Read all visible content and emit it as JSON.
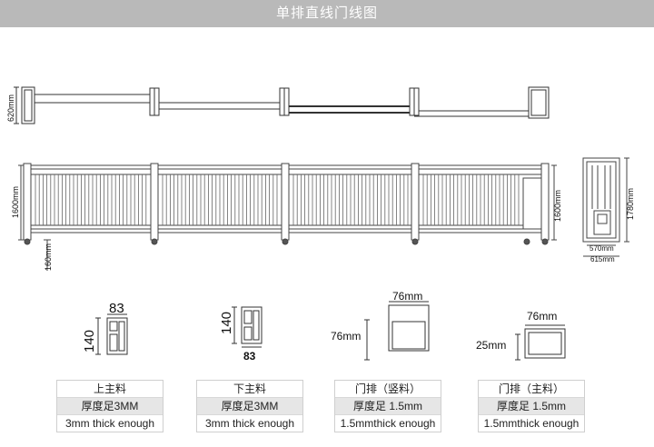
{
  "header": {
    "title": "单排直线门线图"
  },
  "top_view": {
    "width_label": "620mm"
  },
  "front_view": {
    "height_label": "1600mm",
    "wheel_label": "160mm"
  },
  "side_view": {
    "height_label": "1780mm",
    "inner_width_label": "570mm",
    "outer_width_label": "615mm"
  },
  "profiles": [
    {
      "name": "上主料",
      "spec": "厚度足3MM",
      "spec_en": "3mm thick enough",
      "dim_top": "83",
      "dim_side": "140"
    },
    {
      "name": "下主料",
      "spec": "厚度足3MM",
      "spec_en": "3mm thick enough",
      "dim_top": "83",
      "dim_side": "140"
    },
    {
      "name": "门排（竖料）",
      "spec": "厚度足 1.5mm",
      "spec_en": "1.5mmthick enough",
      "dim_top": "76mm",
      "dim_side": "76mm"
    },
    {
      "name": "门排（主料）",
      "spec": "厚度足 1.5mm",
      "spec_en": "1.5mmthick enough",
      "dim_top": "76mm",
      "dim_side": "25mm"
    }
  ]
}
